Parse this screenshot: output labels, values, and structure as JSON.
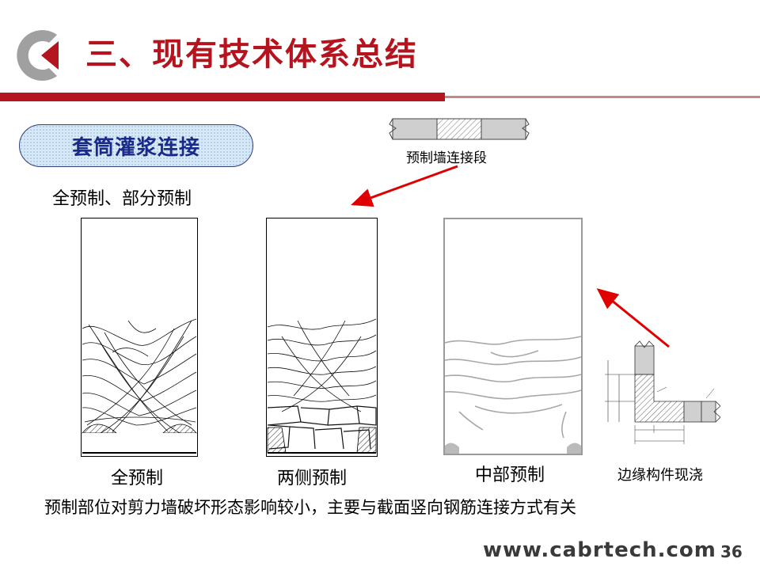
{
  "header": {
    "title": "三、现有技术体系总结",
    "website": "www.cabrtech.com",
    "page_number": "36"
  },
  "colors": {
    "brand_red": "#b3161f",
    "logo_gray": "#999999",
    "pill_text": "#1a2a8a",
    "arrow_red": "#e00000"
  },
  "topic": {
    "label": "套筒灌浆连接"
  },
  "labels": {
    "full_partial": "全预制、部分预制",
    "wall_connection": "预制墙连接段",
    "specimen_full": "全预制",
    "specimen_sides": "两侧预制",
    "specimen_middle": "中部预制",
    "edge_cast": "边缘构件现浇"
  },
  "summary": "预制部位对剪力墙破坏形态影响较小，主要与截面竖向钢筋连接方式有关"
}
